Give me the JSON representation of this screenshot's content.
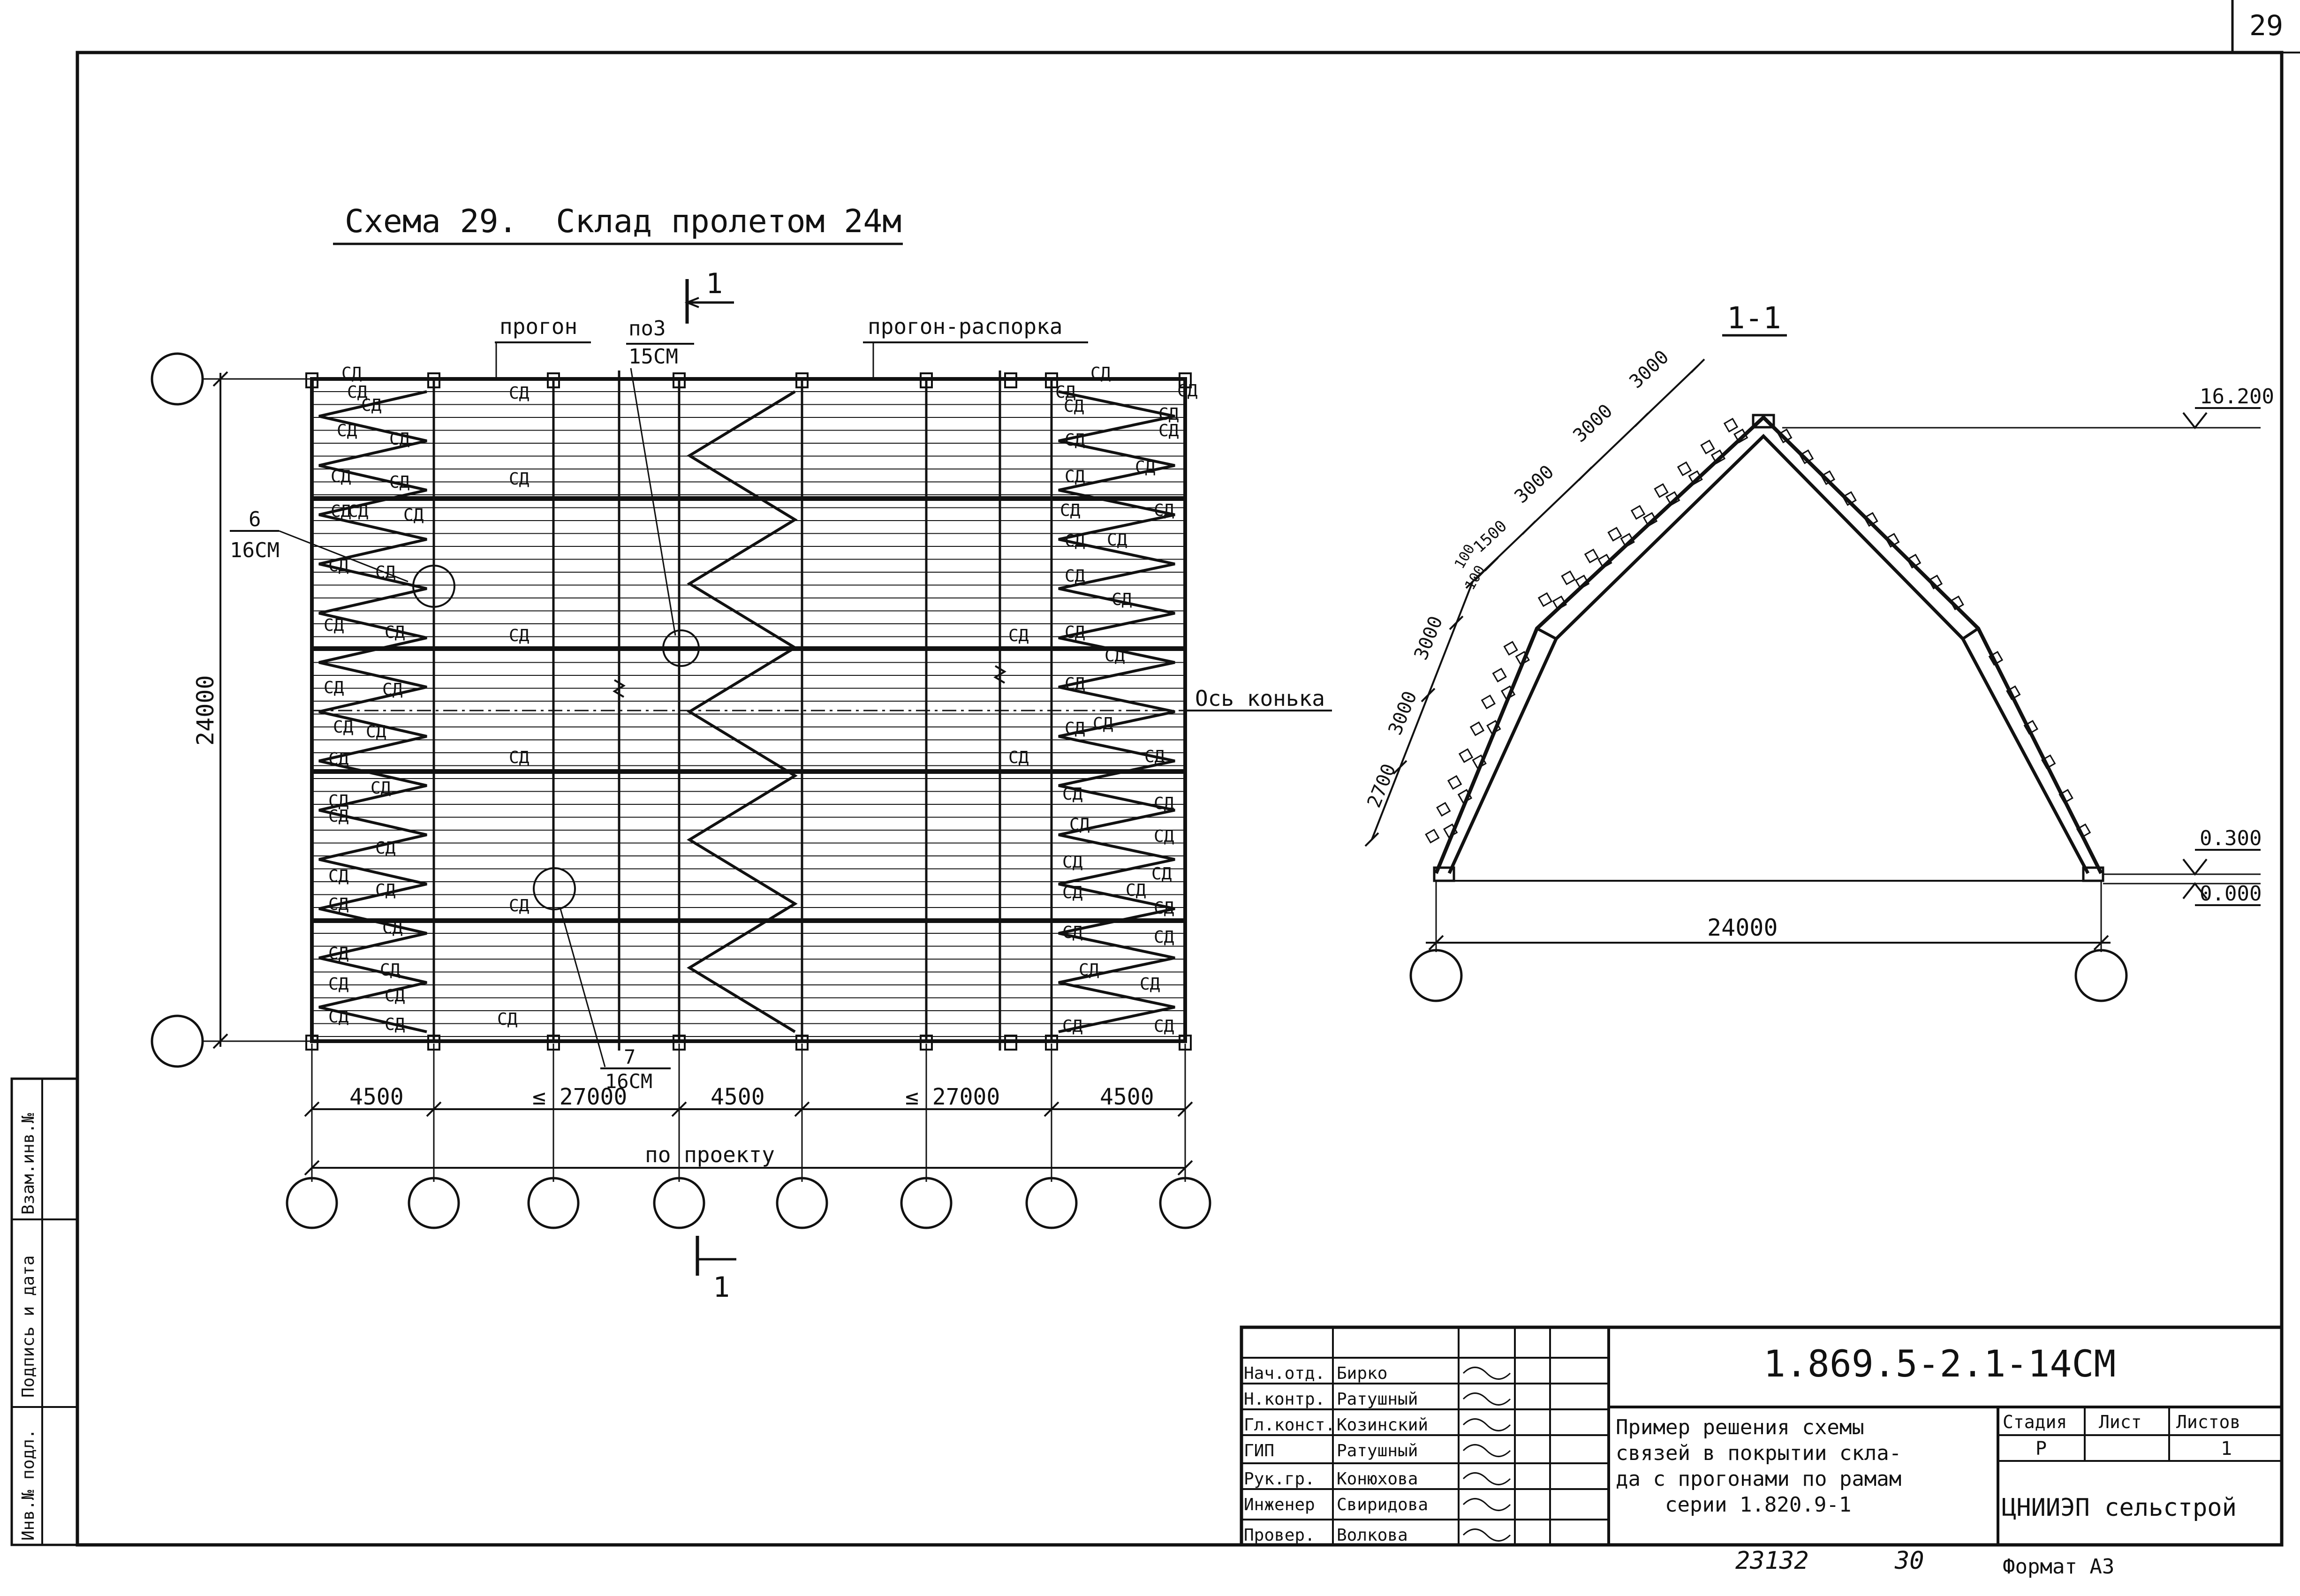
{
  "sheet": {
    "page_number": "29",
    "format": "Формат А3",
    "inventory_numbers": [
      "23132",
      "30"
    ]
  },
  "plan": {
    "title": "Схема 29.  Склад пролетом 24м",
    "labels": {
      "purlin": "прогон",
      "purlin_strut": "прогон-распорка",
      "ridge_axis": "Ось конька",
      "brace": "СД",
      "section_mark": "1"
    },
    "callouts": {
      "pos3": [
        "по3",
        "15СМ"
      ],
      "pos6": [
        "6",
        "16СМ"
      ],
      "pos7": [
        "7",
        "16СМ"
      ]
    },
    "dimensions": {
      "span": "24000",
      "bays": [
        "4500",
        "≤ 27000",
        "4500",
        "≤ 27000",
        "4500"
      ],
      "by_project": "по проекту"
    }
  },
  "section": {
    "title": "1-1",
    "left_dims": [
      "3000",
      "3000",
      "3000",
      "1500",
      "100",
      "100",
      "3000",
      "3000",
      "2700"
    ],
    "span": "24000",
    "levels": [
      "16.200",
      "0.300",
      "0.000"
    ]
  },
  "title_block": {
    "code": "1.869.5-2.1-14СМ",
    "description": [
      "Пример решения схемы",
      "связей в покрытии скла-",
      "да с прогонами по рамам",
      "серии 1.820.9-1"
    ],
    "org": "ЦНИИЭП сельстрой",
    "stage_header": "Стадия",
    "sheet_header": "Лист",
    "sheets_header": "Листов",
    "stage": "Р",
    "sheets": "1",
    "staff": [
      {
        "role": "Нач.отд.",
        "name": "Бирко"
      },
      {
        "role": "Н.контр.",
        "name": "Ратушный"
      },
      {
        "role": "Гл.конст.",
        "name": "Козинский"
      },
      {
        "role": "ГИП",
        "name": "Ратушный"
      },
      {
        "role": "Рук.гр.",
        "name": "Конюхова"
      },
      {
        "role": "Инженер",
        "name": "Свиридова"
      },
      {
        "role": "Провер.",
        "name": "Волкова"
      }
    ]
  },
  "side_stamp": [
    "Взам.инв.№",
    "Подпись и дата",
    "Инв.№ подл."
  ]
}
